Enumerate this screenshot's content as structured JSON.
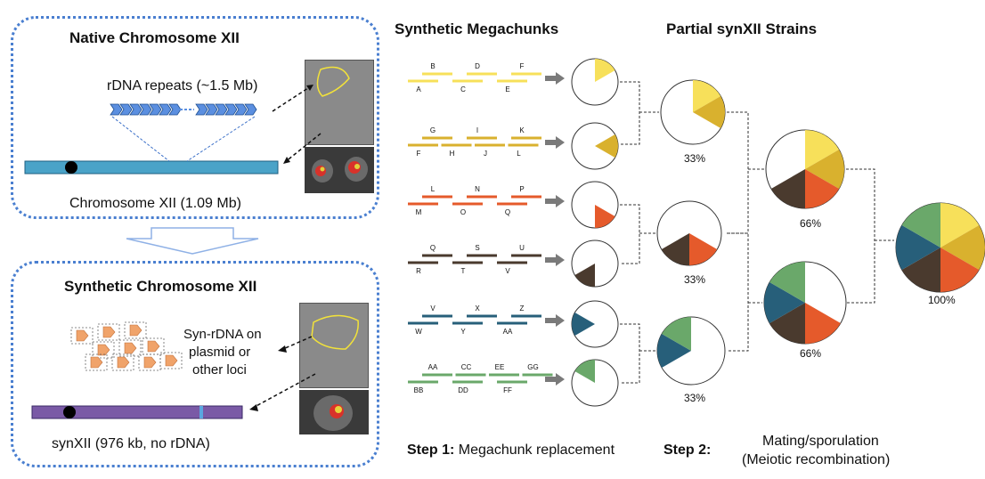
{
  "native": {
    "title": "Native Chromosome XII",
    "rdna_label": "rDNA repeats (~1.5 Mb)",
    "chromosome_label": "Chromosome XII (1.09 Mb)"
  },
  "synthetic": {
    "title": "Synthetic Chromosome XII",
    "synrdna_label_1": "Syn-rDNA on",
    "synrdna_label_2": "plasmid or",
    "synrdna_label_3": "other loci",
    "chromosome_label": "synXII (976 kb, no rDNA)"
  },
  "headers": {
    "megachunks": "Synthetic Megachunks",
    "partial": "Partial synXII Strains"
  },
  "steps": {
    "step1_bold": "Step 1:",
    "step1_text": "Megachunk replacement",
    "step2_bold": "Step 2:",
    "step2_text_1": "Mating/sporulation",
    "step2_text_2": "(Meiotic recombination)"
  },
  "colors": {
    "yellow": "#f7e05a",
    "gold": "#d9b12e",
    "orange": "#e55a2b",
    "brown": "#4a3a2e",
    "teal": "#275f7a",
    "green": "#6aa86a",
    "native_blue": "#4aa3c8",
    "synthetic_purple": "#7a5aa6"
  },
  "megachunks": [
    {
      "color": "yellow",
      "top": [
        "B",
        "D",
        "F"
      ],
      "bottom": [
        "A",
        "C",
        "E"
      ]
    },
    {
      "color": "gold",
      "top": [
        "G",
        "I",
        "K"
      ],
      "bottom": [
        "F",
        "H",
        "J",
        "L"
      ]
    },
    {
      "color": "orange",
      "top": [
        "L",
        "N",
        "P"
      ],
      "bottom": [
        "M",
        "O",
        "Q"
      ]
    },
    {
      "color": "brown",
      "top": [
        "Q",
        "S",
        "U"
      ],
      "bottom": [
        "R",
        "T",
        "V"
      ]
    },
    {
      "color": "teal",
      "top": [
        "V",
        "X",
        "Z"
      ],
      "bottom": [
        "W",
        "Y",
        "AA"
      ]
    },
    {
      "color": "green",
      "top": [
        "AA",
        "CC",
        "EE",
        "GG"
      ],
      "bottom": [
        "BB",
        "DD",
        "FF"
      ]
    }
  ],
  "percentages": {
    "level1": [
      "33%",
      "33%",
      "33%"
    ],
    "level2": [
      "66%",
      "66%"
    ],
    "level3": "100%"
  }
}
